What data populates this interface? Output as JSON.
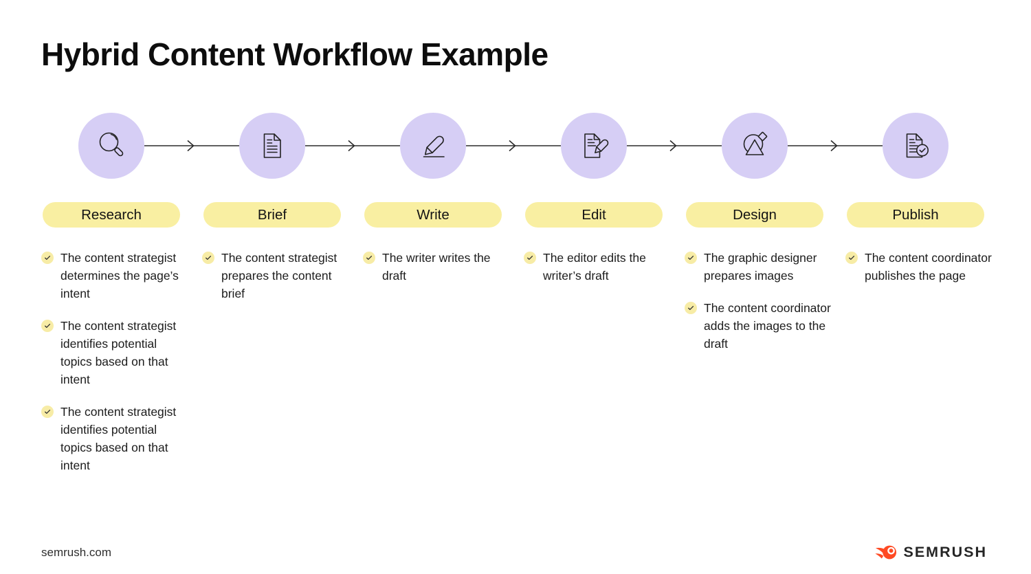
{
  "title": "Hybrid Content Workflow Example",
  "colors": {
    "accent_purple": "#D6CEF5",
    "pill_yellow": "#F9EFA2",
    "check_yellow": "#F7ECA6",
    "brand_orange": "#FF4A23",
    "text_dark": "#1B1B1B"
  },
  "steps": [
    {
      "label": "Research",
      "icon": "magnifier-icon",
      "bullets": [
        "The content strategist determines the page’s intent",
        "The content strategist identifies potential topics based on that intent",
        "The content strategist identifies potential topics based on that intent"
      ]
    },
    {
      "label": "Brief",
      "icon": "document-icon",
      "bullets": [
        "The content strategist prepares the content brief"
      ]
    },
    {
      "label": "Write",
      "icon": "pencil-icon",
      "bullets": [
        "The writer writes the draft"
      ]
    },
    {
      "label": "Edit",
      "icon": "document-pencil-icon",
      "bullets": [
        "The editor edits the writer’s draft"
      ]
    },
    {
      "label": "Design",
      "icon": "design-shapes-icon",
      "bullets": [
        "The graphic designer prepares images",
        "The content coordinator adds the images to the draft"
      ]
    },
    {
      "label": "Publish",
      "icon": "document-check-icon",
      "bullets": [
        "The content coordinator publishes the page"
      ]
    }
  ],
  "footer": {
    "website": "semrush.com",
    "logo_text": "SEMRUSH"
  }
}
